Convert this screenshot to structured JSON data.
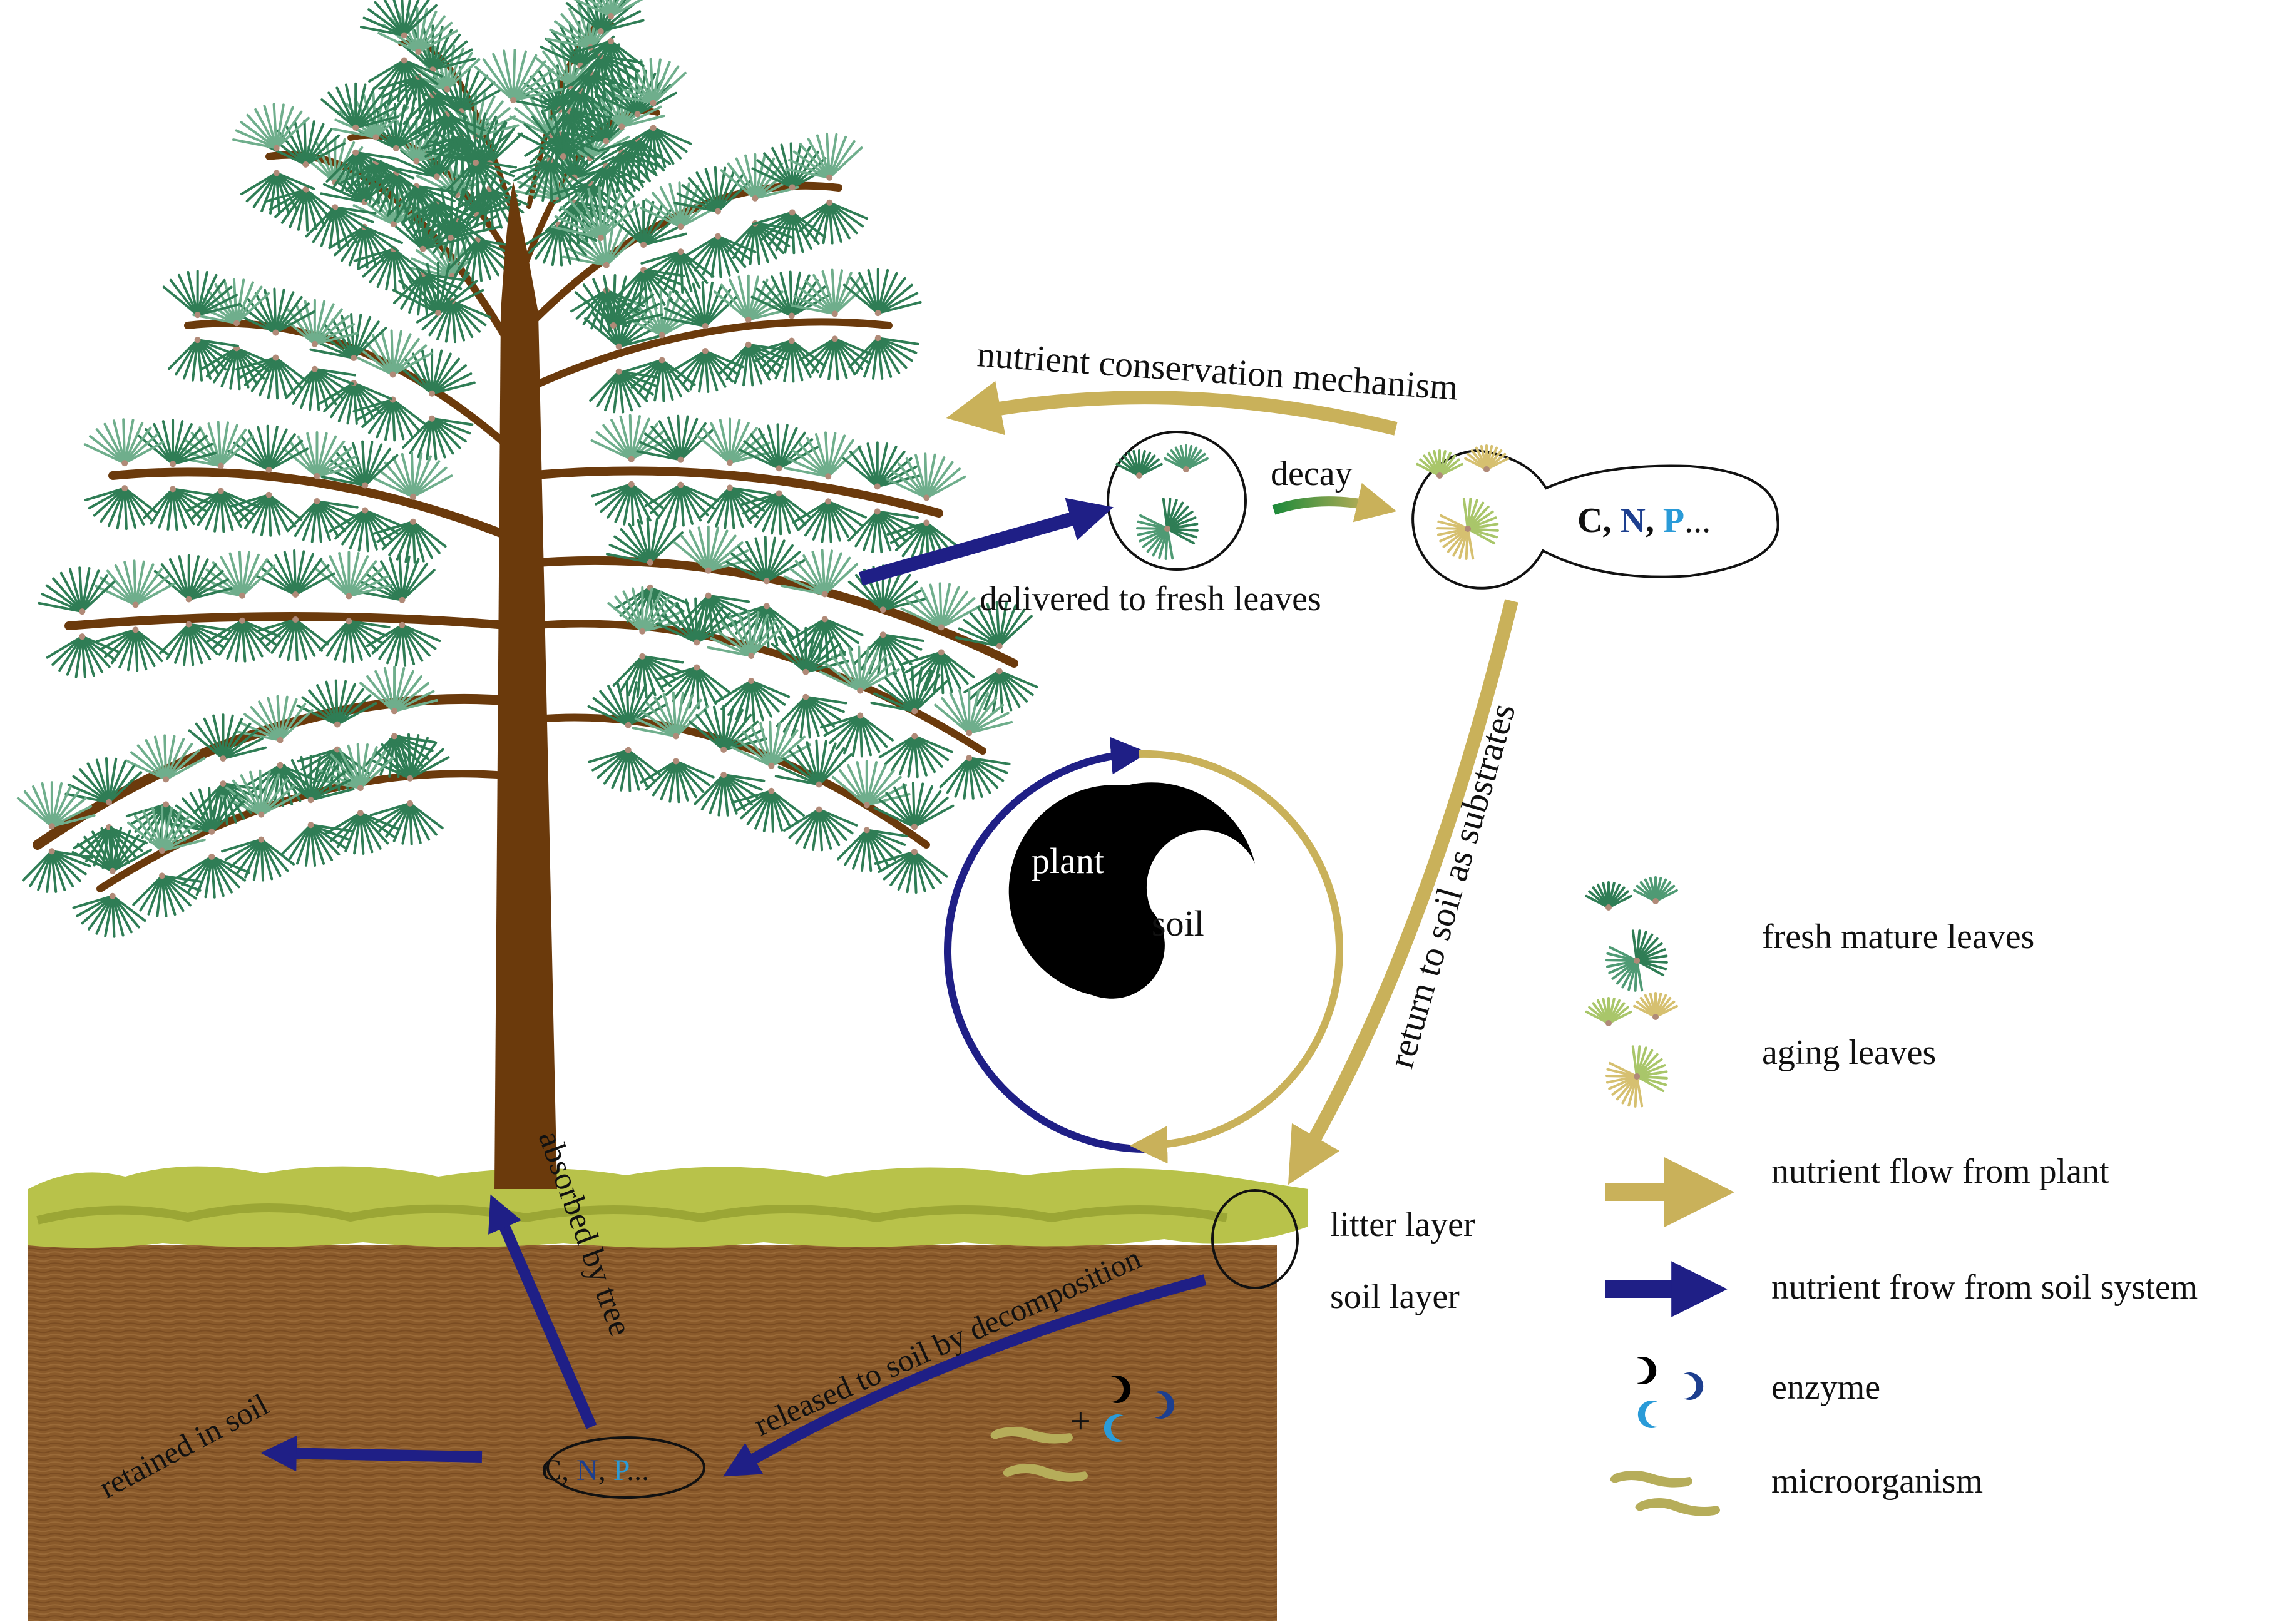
{
  "labels": {
    "nutrient_conservation": "nutrient conservation mechanism",
    "decay": "decay",
    "delivered": "delivered to fresh leaves",
    "return_to_soil": "return to soil as substrates",
    "litter_layer": "litter layer",
    "soil_layer": "soil layer",
    "absorbed": "absorbed by tree",
    "released": "released to soil by decomposition",
    "retained": "retained in soil",
    "plus": "+",
    "plant": "plant",
    "soil": "soil"
  },
  "nutrients": {
    "c": "C",
    "comma1": ", ",
    "n": "N",
    "comma2": ", ",
    "p": "P",
    "ellipsis": "..."
  },
  "legend": {
    "fresh_leaves": "fresh mature leaves",
    "aging_leaves": "aging leaves",
    "plant_flow": "nutrient flow from plant",
    "soil_flow": "nutrient frow from soil system",
    "enzyme": "enzyme",
    "microorganism": "microorganism"
  },
  "colors": {
    "plant_flow": "#c9b15a",
    "soil_flow": "#1f1f86",
    "n_text": "#1d3f8f",
    "p_text": "#2a9bd8",
    "trunk": "#6b3a0c",
    "needles": "#2f7d55",
    "soil": "#8a5a2b",
    "grass": "#b8c24a"
  }
}
